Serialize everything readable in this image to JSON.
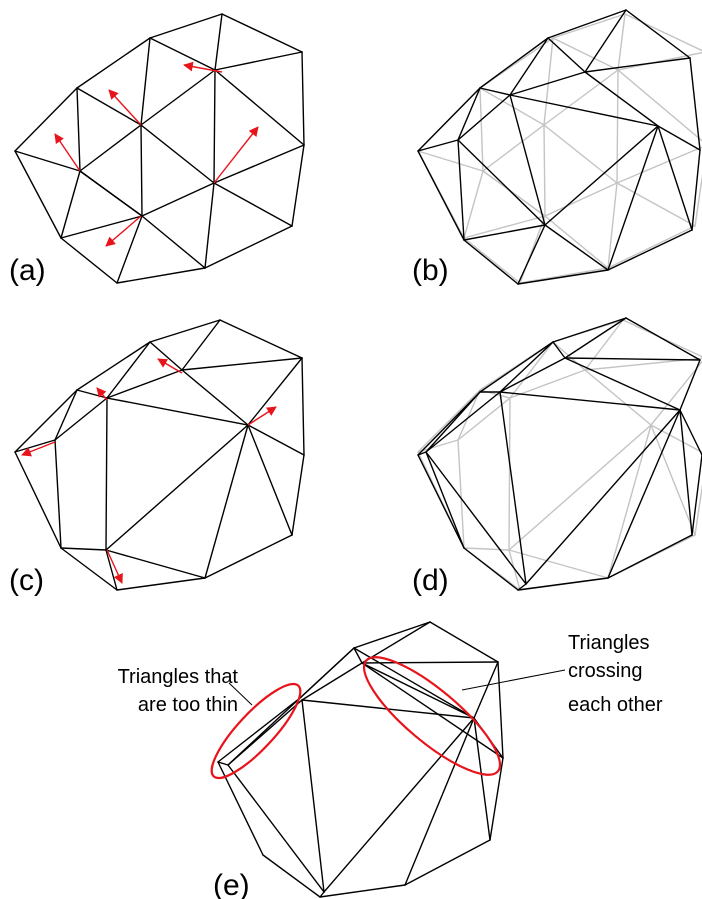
{
  "panels": [
    {
      "label": "(a)"
    },
    {
      "label": "(b)"
    },
    {
      "label": "(c)"
    },
    {
      "label": "(d)"
    },
    {
      "label": "(e)"
    }
  ],
  "annotations": {
    "thin": {
      "lines": [
        "Triangles that",
        "are too thin"
      ]
    },
    "crossing": {
      "lines": [
        "Triangles",
        "crossing",
        "each other"
      ]
    }
  },
  "colors": {
    "edge": "#000000",
    "ghost": "#c4c4c4",
    "arrow": "#e8141b"
  }
}
